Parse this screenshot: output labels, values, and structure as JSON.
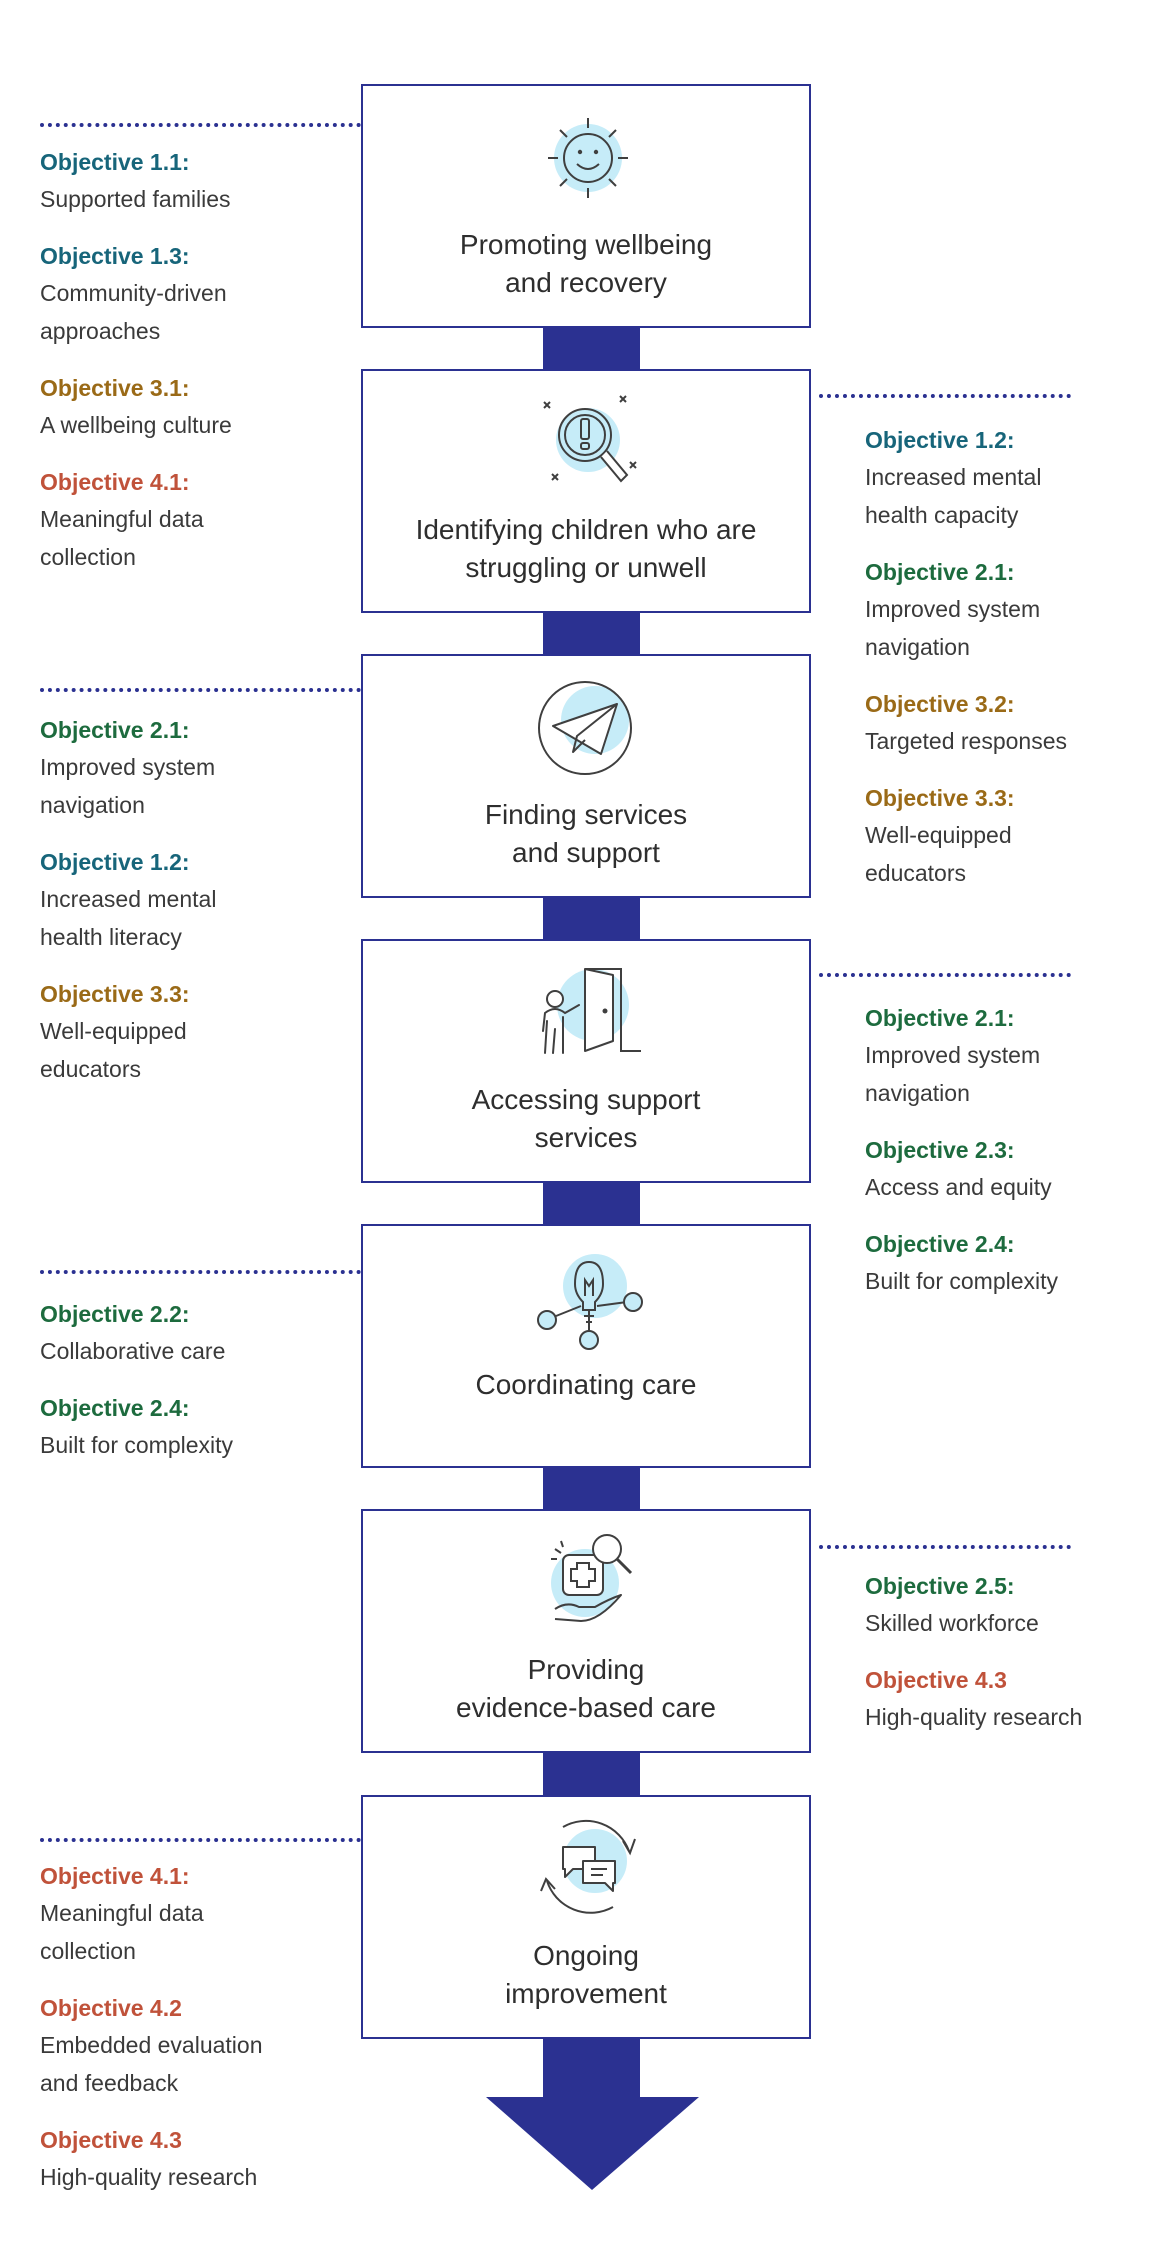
{
  "colors": {
    "frame": "#2b3191",
    "icon_fill": "#c6ecf8",
    "icon_line": "#3f3f3f",
    "teal": "#17657a",
    "green": "#1d6b3e",
    "gold": "#9a6a17",
    "red": "#c0523a"
  },
  "stages": [
    {
      "title": "Promoting wellbeing\nand recovery",
      "icon": "smiling-sun-icon"
    },
    {
      "title": "Identifying children who are\nstruggling or unwell",
      "icon": "magnifier-exclamation-icon"
    },
    {
      "title": "Finding services\nand support",
      "icon": "paper-plane-icon"
    },
    {
      "title": "Accessing support\nservices",
      "icon": "person-door-icon"
    },
    {
      "title": "Coordinating care",
      "icon": "lightbulb-network-icon"
    },
    {
      "title": "Providing\nevidence-based care",
      "icon": "medical-hand-icon"
    },
    {
      "title": "Ongoing\nimprovement",
      "icon": "chat-cycle-icon"
    }
  ],
  "objective_groups": [
    {
      "side": "left",
      "items": [
        {
          "label": "Objective 1.1",
          "colon": ":",
          "desc": "Supported families",
          "tone": "teal"
        },
        {
          "label": "Objective 1.3",
          "colon": ":",
          "desc": "Community-driven\napproaches",
          "tone": "teal"
        },
        {
          "label": "Objective 3.1",
          "colon": ":",
          "desc": "A wellbeing culture",
          "tone": "gold"
        },
        {
          "label": "Objective 4.1",
          "colon": ":",
          "desc": "Meaningful data\ncollection",
          "tone": "red"
        }
      ]
    },
    {
      "side": "right",
      "items": [
        {
          "label": "Objective 1.2",
          "colon": ":",
          "desc": "Increased mental\nhealth capacity",
          "tone": "teal"
        },
        {
          "label": "Objective 2.1",
          "colon": ":",
          "desc": "Improved system\nnavigation",
          "tone": "green"
        },
        {
          "label": "Objective 3.2",
          "colon": ":",
          "desc": "Targeted responses",
          "tone": "gold"
        },
        {
          "label": "Objective 3.3",
          "colon": ":",
          "desc": "Well-equipped\neducators",
          "tone": "gold"
        }
      ]
    },
    {
      "side": "left",
      "items": [
        {
          "label": "Objective 2.1",
          "colon": ":",
          "desc": "Improved system\nnavigation",
          "tone": "green"
        },
        {
          "label": "Objective 1.2",
          "colon": ":",
          "desc": "Increased mental\nhealth literacy",
          "tone": "teal"
        },
        {
          "label": "Objective 3.3",
          "colon": ":",
          "desc": "Well-equipped\neducators",
          "tone": "gold"
        }
      ]
    },
    {
      "side": "right",
      "items": [
        {
          "label": "Objective 2.1",
          "colon": ":",
          "desc": "Improved system\nnavigation",
          "tone": "green"
        },
        {
          "label": "Objective 2.3",
          "colon": ":",
          "desc": "Access and equity",
          "tone": "green"
        },
        {
          "label": "Objective 2.4",
          "colon": ":",
          "desc": "Built for complexity",
          "tone": "green"
        }
      ]
    },
    {
      "side": "left",
      "items": [
        {
          "label": "Objective 2.2",
          "colon": ":",
          "desc": "Collaborative care",
          "tone": "green"
        },
        {
          "label": "Objective 2.4",
          "colon": ":",
          "desc": "Built for complexity",
          "tone": "green"
        }
      ]
    },
    {
      "side": "right",
      "items": [
        {
          "label": "Objective 2.5",
          "colon": ":",
          "desc": "Skilled workforce",
          "tone": "green"
        },
        {
          "label": "Objective 4.3",
          "colon": "",
          "desc": "High-quality research",
          "tone": "red"
        }
      ]
    },
    {
      "side": "left",
      "items": [
        {
          "label": "Objective 4.1",
          "colon": ":",
          "desc": "Meaningful data\ncollection",
          "tone": "red"
        },
        {
          "label": "Objective 4.2",
          "colon": "",
          "desc": "Embedded evaluation\nand feedback",
          "tone": "red"
        },
        {
          "label": "Objective 4.3",
          "colon": "",
          "desc": "High-quality research",
          "tone": "red"
        }
      ]
    }
  ]
}
